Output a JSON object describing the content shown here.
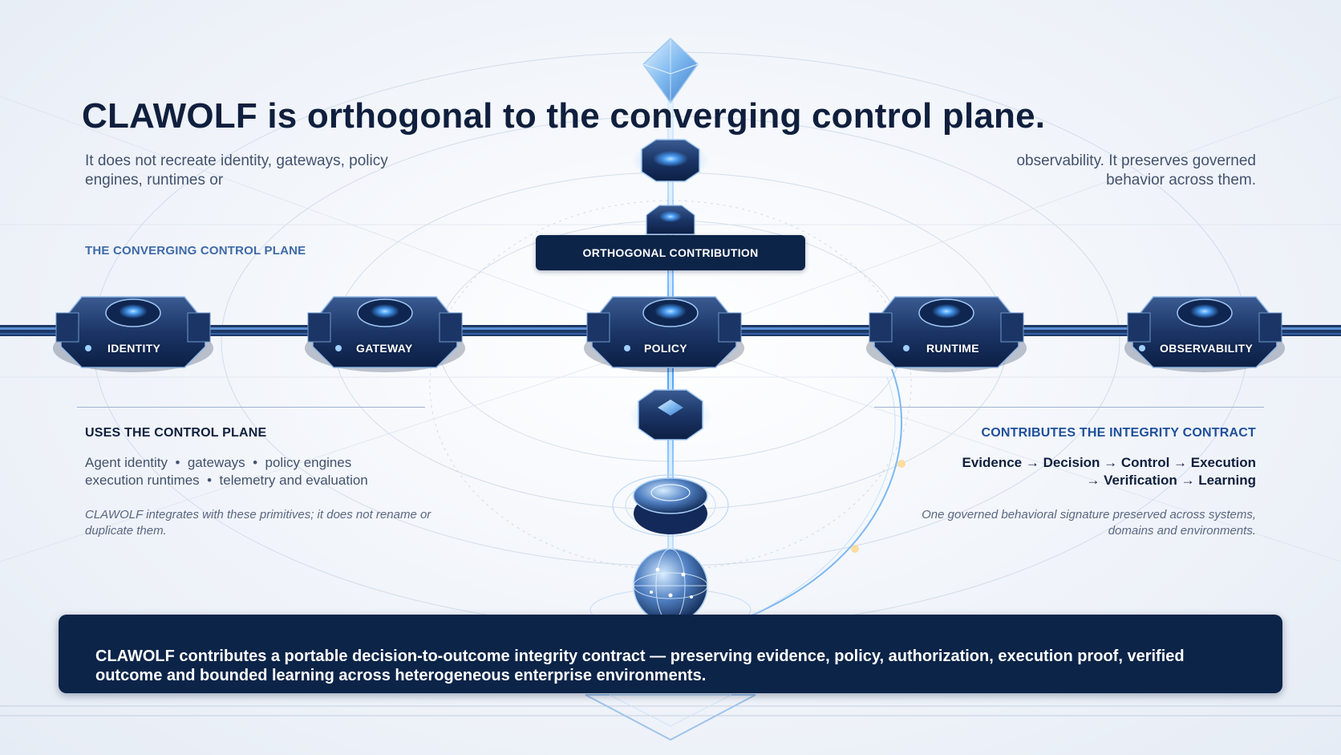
{
  "title": "CLAWOLF is orthogonal to the converging control plane.",
  "subtitle_left": "It does not recreate identity, gateways, policy engines, runtimes or",
  "subtitle_right": "observability. It preserves governed behavior across them.",
  "control_plane_label": "THE CONVERGING CONTROL PLANE",
  "orthogonal_label": "ORTHOGONAL CONTRIBUTION",
  "nodes": [
    {
      "label": "IDENTITY"
    },
    {
      "label": "GATEWAY"
    },
    {
      "label": "POLICY"
    },
    {
      "label": "RUNTIME"
    },
    {
      "label": "OBSERVABILITY"
    }
  ],
  "left_panel": {
    "heading": "USES THE CONTROL PLANE",
    "list_line1": "Agent identity  •  gateways  •  policy engines",
    "list_line2": "execution runtimes  •  telemetry and evaluation",
    "note": "CLAWOLF integrates with these primitives; it does not rename or duplicate them."
  },
  "right_panel": {
    "heading": "CONTRIBUTES THE INTEGRITY CONTRACT",
    "flow_line1": "Evidence → Decision → Control → Execution",
    "flow_line2": "→ Verification → Learning",
    "note": "One governed behavioral signature preserved across systems, domains and environments."
  },
  "footer": "CLAWOLF contributes a portable decision-to-outcome integrity contract — preserving evidence, policy, authorization, execution proof, verified outcome and bounded learning across heterogeneous enterprise environments.",
  "colors": {
    "navy": "#0c2448",
    "accent_blue": "#3f6aa8",
    "glow_blue": "#4aa3ff",
    "text_dark": "#0f1f3d",
    "text_muted": "#43526d"
  },
  "icons": [
    "crystal-gem-icon",
    "glowing-sphere-icon",
    "hub-node-icon"
  ]
}
